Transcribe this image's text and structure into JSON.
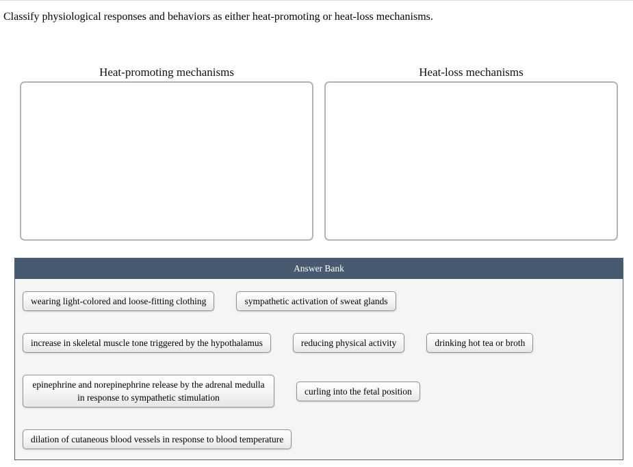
{
  "instruction": "Classify physiological responses and behaviors as either heat-promoting or heat-loss mechanisms.",
  "bins": {
    "heat_promoting": {
      "label": "Heat-promoting mechanisms"
    },
    "heat_loss": {
      "label": "Heat-loss mechanisms"
    }
  },
  "answer_bank": {
    "title": "Answer Bank",
    "rows": [
      [
        "wearing light-colored and loose-fitting clothing",
        "sympathetic activation of sweat glands"
      ],
      [
        "increase in skeletal muscle tone triggered by the hypothalamus",
        "reducing physical activity",
        "drinking hot tea or broth"
      ],
      [
        "epinephrine and norepinephrine release by the adrenal medulla in response to sympathetic stimulation",
        "curling into the fetal position"
      ],
      [
        "dilation of cutaneous blood vessels in response to blood temperature"
      ]
    ]
  },
  "colors": {
    "bank_header_bg": "#475a70",
    "bank_body_bg": "#f5f5f5",
    "bank_border": "#4f5f75",
    "dropzone_border": "#b3b3b3",
    "chip_border": "#919191",
    "page_bg": "#ffffff"
  }
}
